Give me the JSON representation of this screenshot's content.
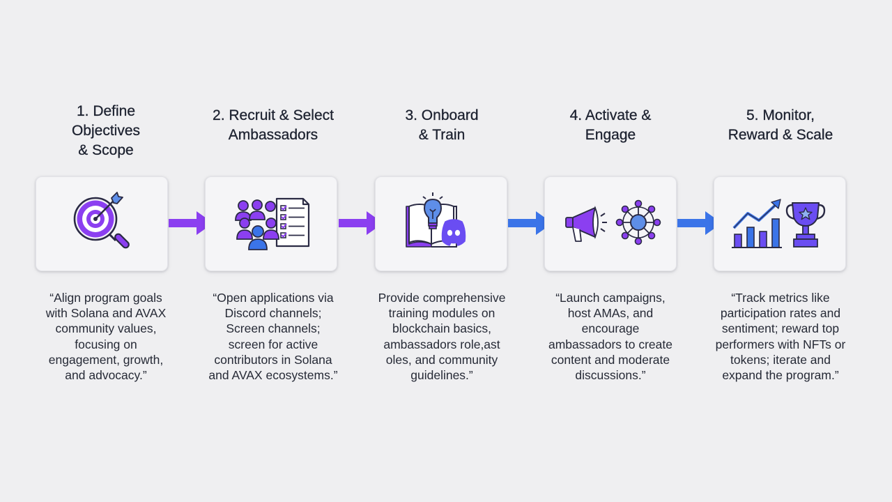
{
  "colors": {
    "background": "#efeff1",
    "purple": "#8b3ff0",
    "violet": "#6a4df2",
    "blue": "#3b74e8",
    "dark": "#2a2a44"
  },
  "steps": [
    {
      "title": "1. Define\nObjectives\n& Scope",
      "icon": "target-magnifier-icon",
      "description": "“Align program goals\nwith Solana and AVAX\ncommunity values,\nfocusing on\nengagement, growth,\nand advocacy.”"
    },
    {
      "title": "2. Recruit & Select\nAmbassadors",
      "icon": "people-checklist-icon",
      "description": "“Open applications via\nDiscord channels;\nScreen channels;\nscreen for active\ncontributors in Solana\nand AVAX ecosystems.”"
    },
    {
      "title": "3. Onboard\n& Train",
      "icon": "book-lightbulb-discord-icon",
      "description": "Provide comprehensive\ntraining modules on\nblockchain basics,\nambassadors role,ast\noles, and community\nguidelines.”"
    },
    {
      "title": "4. Activate &\nEngage",
      "icon": "megaphone-network-icon",
      "description": "“Launch campaigns,\nhost AMAs, and\nencourage\nambassadors to create\ncontent and moderate\ndiscussions.”"
    },
    {
      "title": "5. Monitor,\nReward & Scale",
      "icon": "chart-trophy-icon",
      "description": "“Track metrics like\nparticipation rates and\nsentiment; reward top\nperformers with NFTs or\ntokens; iterate and\nexpand the program.”"
    }
  ],
  "arrows": [
    {
      "from": 1,
      "to": 2,
      "color": "#8b3ff0"
    },
    {
      "from": 2,
      "to": 3,
      "color": "#8b3ff0"
    },
    {
      "from": 3,
      "to": 4,
      "color": "#3b74e8"
    },
    {
      "from": 4,
      "to": 5,
      "color": "#3b74e8"
    }
  ]
}
